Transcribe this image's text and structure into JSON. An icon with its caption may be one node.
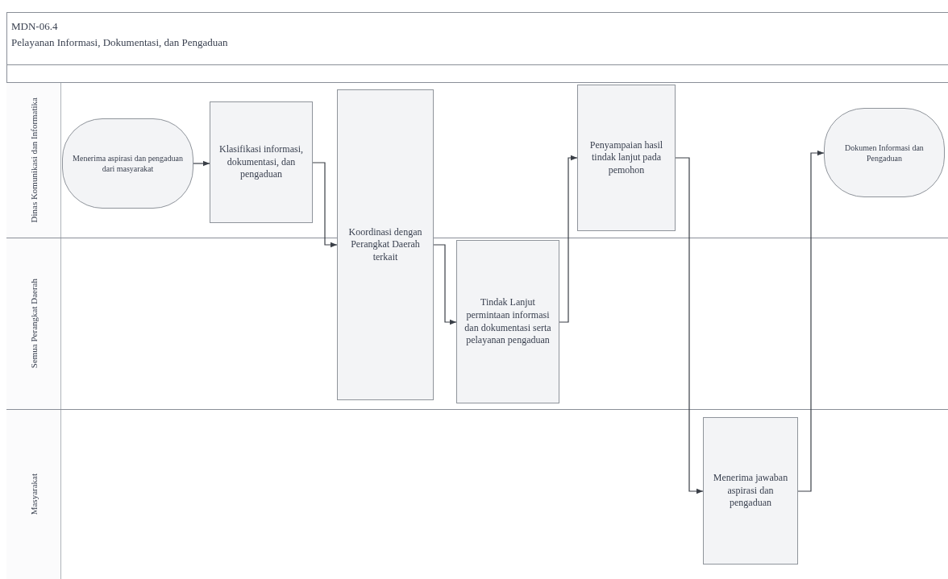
{
  "diagram": {
    "title": "Pelayanan Informasi, Dokumentasi, dan Pengaduan",
    "nodes": [
      {
        "text": [
          "Dinas Komunikasi dan Informatika"
        ]
      },
      {
        "text": [
          "Menerima aspirasi dan pengaduan dari masyarakat"
        ],
        "in": 0
      },
      {
        "text": [
          "Klasifikasi informasi, dokumentasi, dan pengaduan"
        ],
        "in": 0
      },
      {
        "text": [
          "Penyampaian hasil tindak lanjut pada pemohon"
        ],
        "in": 0
      },
      {
        "text": [
          "Dokumen Informasi dan Pengaduan"
        ],
        "in": 0
      },
      {
        "text": [
          "Semua Perangkat Daerah"
        ]
      },
      {
        "text": [
          "Koordinasi dengan Perangkat Daerah terkait"
        ]
      },
      {
        "text": [
          "Tindak Lanjut permintaan informasi dan dokumentasi serta pelayanan pengaduan"
        ],
        "in": 5
      },
      {
        "text": [
          "Masyarakat"
        ]
      },
      {
        "text": [
          "Menerima jawaban aspirasi dan pengaduan"
        ],
        "in": 8
      }
    ],
    "edges": [
      {
        "from": 1,
        "to": 2,
        "arrow": "to"
      },
      {
        "from": 2,
        "to": 6,
        "arrow": "to"
      },
      {
        "from": 6,
        "to": 7,
        "arrow": "to"
      },
      {
        "from": 7,
        "to": 3,
        "arrow": "to"
      },
      {
        "from": 3,
        "to": 9,
        "arrow": "to"
      },
      {
        "from": 9,
        "to": 4,
        "arrow": "to"
      }
    ],
    "labels": [
      "MDN-06.4"
    ]
  }
}
